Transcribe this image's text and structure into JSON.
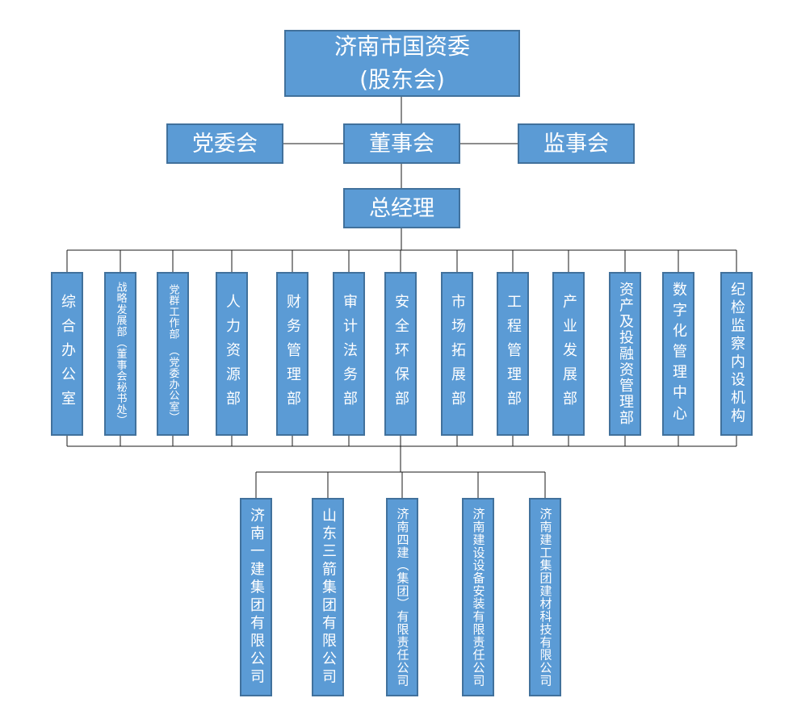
{
  "chart": {
    "root": {
      "label": "济南市国资委\n(股东会)"
    },
    "governance": [
      {
        "label": "党委会"
      },
      {
        "label": "董事会"
      },
      {
        "label": "监事会"
      }
    ],
    "general_manager": {
      "label": "总经理"
    },
    "departments": [
      {
        "label": "综合办公室"
      },
      {
        "label": "战略发展部（董事会秘书处）"
      },
      {
        "label": "党群工作部　（党委办公室）"
      },
      {
        "label": "人力资源部"
      },
      {
        "label": "财务管理部"
      },
      {
        "label": "审计法务部"
      },
      {
        "label": "安全环保部"
      },
      {
        "label": "市场拓展部"
      },
      {
        "label": "工程管理部"
      },
      {
        "label": "产业发展部"
      },
      {
        "label": "资产及投融资管理部"
      },
      {
        "label": "数字化管理中心"
      },
      {
        "label": "纪检监察内设机构"
      }
    ],
    "subsidiaries": [
      {
        "label": "济南一建集团有限公司"
      },
      {
        "label": "山东三箭集团有限公司"
      },
      {
        "label": "济南四建（集团）有限责任公司"
      },
      {
        "label": "济南建设设备安装有限责任公司"
      },
      {
        "label": "济南建工集团建材科技有限公司"
      }
    ],
    "colors": {
      "node_fill": "#5b9bd5",
      "node_border": "#41719c",
      "node_text": "#ffffff",
      "line": "#1a1a1a"
    }
  }
}
